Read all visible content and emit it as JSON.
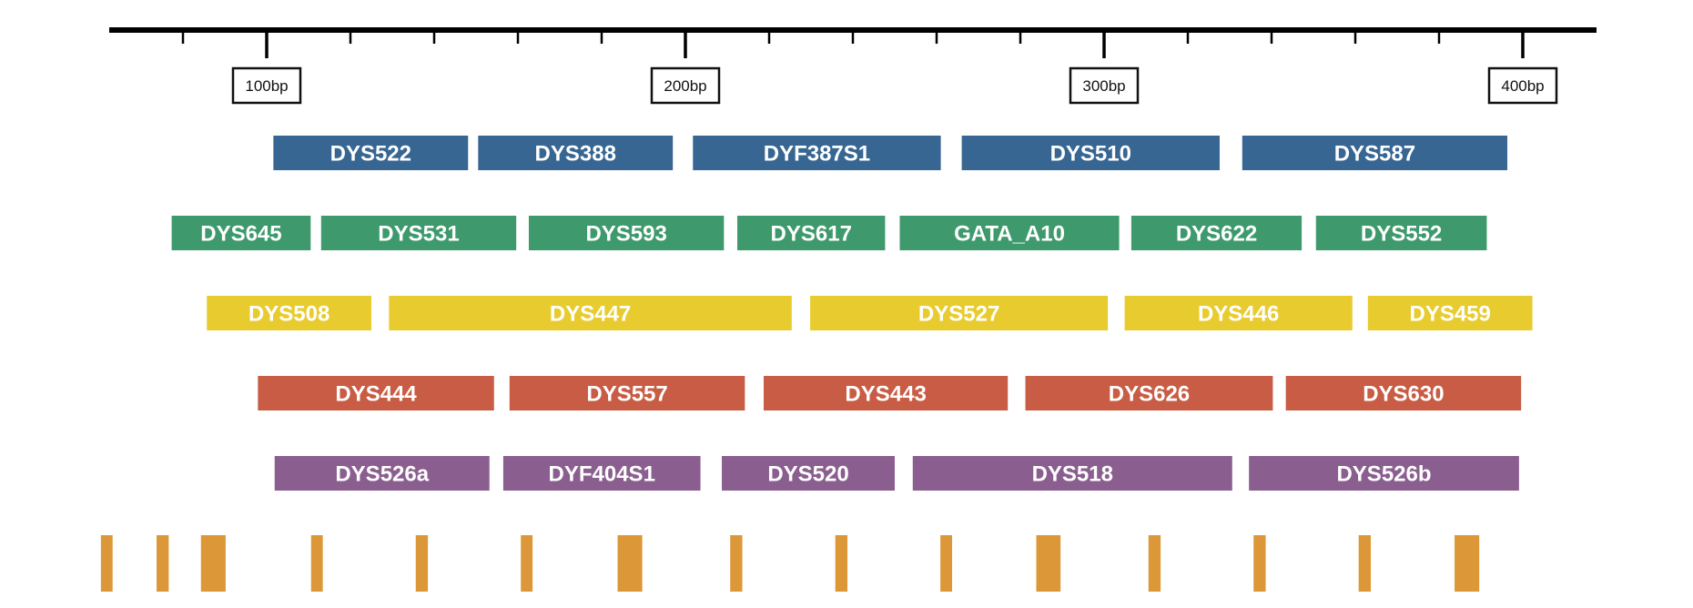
{
  "ruler": {
    "major_ticks": [
      {
        "bp": 100,
        "label": "100bp"
      },
      {
        "bp": 200,
        "label": "200bp"
      },
      {
        "bp": 300,
        "label": "300bp"
      },
      {
        "bp": 400,
        "label": "400bp"
      }
    ],
    "minor_ticks_bp": [
      80,
      120,
      140,
      160,
      180,
      220,
      240,
      260,
      280,
      320,
      340,
      360,
      380
    ],
    "range_bp": [
      50,
      405
    ]
  },
  "colors": {
    "blue": "#376693",
    "green": "#3e9a6d",
    "yellow": "#e8cc2f",
    "red": "#c85c44",
    "purple": "#8a5f8f",
    "ladder": "#dc9838",
    "axis": "#000000"
  },
  "rows": [
    {
      "color": "blue",
      "markers": [
        {
          "label": "DYS522",
          "start": 101.6,
          "end": 148.1
        },
        {
          "label": "DYS388",
          "start": 150.5,
          "end": 197.0
        },
        {
          "label": "DYF387S1",
          "start": 201.8,
          "end": 261.0
        },
        {
          "label": "DYS510",
          "start": 266.0,
          "end": 327.6
        },
        {
          "label": "DYS587",
          "start": 333.0,
          "end": 396.3
        }
      ]
    },
    {
      "color": "green",
      "markers": [
        {
          "label": "DYS645",
          "start": 77.3,
          "end": 110.5
        },
        {
          "label": "DYS531",
          "start": 113.0,
          "end": 159.6
        },
        {
          "label": "DYS593",
          "start": 162.6,
          "end": 209.2
        },
        {
          "label": "DYS617",
          "start": 212.4,
          "end": 247.7
        },
        {
          "label": "GATA_A10",
          "start": 251.2,
          "end": 303.6
        },
        {
          "label": "DYS622",
          "start": 306.5,
          "end": 347.2
        },
        {
          "label": "DYS552",
          "start": 350.6,
          "end": 391.4
        }
      ]
    },
    {
      "color": "yellow",
      "markers": [
        {
          "label": "DYS508",
          "start": 85.7,
          "end": 125.0
        },
        {
          "label": "DYS447",
          "start": 129.2,
          "end": 225.4
        },
        {
          "label": "DYS527",
          "start": 229.8,
          "end": 300.9
        },
        {
          "label": "DYS446",
          "start": 304.9,
          "end": 359.3
        },
        {
          "label": "DYS459",
          "start": 363.0,
          "end": 402.3
        }
      ]
    },
    {
      "color": "red",
      "markers": [
        {
          "label": "DYS444",
          "start": 97.9,
          "end": 154.3
        },
        {
          "label": "DYS557",
          "start": 158.0,
          "end": 214.2
        },
        {
          "label": "DYS443",
          "start": 218.7,
          "end": 277.0
        },
        {
          "label": "DYS626",
          "start": 281.2,
          "end": 340.3
        },
        {
          "label": "DYS630",
          "start": 343.4,
          "end": 399.6
        }
      ]
    },
    {
      "color": "purple",
      "markers": [
        {
          "label": "DYS526a",
          "start": 101.9,
          "end": 153.2
        },
        {
          "label": "DYF404S1",
          "start": 156.5,
          "end": 203.6
        },
        {
          "label": "DYS520",
          "start": 208.7,
          "end": 250.0
        },
        {
          "label": "DYS518",
          "start": 254.3,
          "end": 330.6
        },
        {
          "label": "DYS526b",
          "start": 334.6,
          "end": 399.1
        }
      ]
    }
  ],
  "ladder_peaks": [
    {
      "start": 60.4,
      "end": 63.2
    },
    {
      "start": 73.7,
      "end": 76.6
    },
    {
      "start": 84.3,
      "end": 90.2
    },
    {
      "start": 110.6,
      "end": 113.4
    },
    {
      "start": 135.6,
      "end": 138.5
    },
    {
      "start": 160.7,
      "end": 163.5
    },
    {
      "start": 183.8,
      "end": 189.7
    },
    {
      "start": 210.7,
      "end": 213.6
    },
    {
      "start": 235.8,
      "end": 238.7
    },
    {
      "start": 260.9,
      "end": 263.7
    },
    {
      "start": 283.8,
      "end": 289.6
    },
    {
      "start": 310.6,
      "end": 313.5
    },
    {
      "start": 335.7,
      "end": 338.6
    },
    {
      "start": 360.8,
      "end": 363.7
    },
    {
      "start": 383.7,
      "end": 389.6
    }
  ]
}
